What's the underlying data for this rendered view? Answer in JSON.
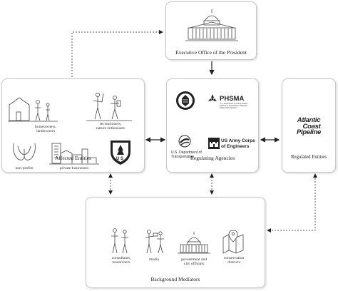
{
  "executive": {
    "caption": "Executive Office of the President"
  },
  "affected": {
    "caption": "Affected Entities",
    "items": [
      {
        "label": "homeowners,\nlandowners",
        "icon": "house-people-icon"
      },
      {
        "label": "recreationers,\nnature enthusiasts",
        "icon": "hikers-icon"
      },
      {
        "label": "non-profits",
        "icon": "hands-icon"
      },
      {
        "label": "private businesses",
        "icon": "buildings-icon"
      },
      {
        "label": "U S",
        "icon": "forest-service-shield-icon"
      }
    ]
  },
  "regulating": {
    "caption": "Regulating Agencies",
    "agencies": [
      {
        "name": "",
        "icon": "ferc-seal-icon"
      },
      {
        "name": "PHSMA",
        "sub": "U.S. Department of Transportation\nPipeline and Hazardous Materials\nSafety Administration",
        "icon": "phmsa-icon"
      },
      {
        "name": "U.S. Department of\nTransportation",
        "icon": "dot-icon"
      },
      {
        "name": "US Army Corps\nof Engineers",
        "icon": "castle-icon"
      }
    ]
  },
  "regulated": {
    "caption": "Regulated Entities",
    "logo_lines": [
      "Atlantic",
      "Coast",
      "Pipeline"
    ]
  },
  "background": {
    "caption": "Background Mediators",
    "items": [
      {
        "label": "consultants,\nresearchers",
        "icon": "people-icon"
      },
      {
        "label": "media",
        "icon": "reporters-icon"
      },
      {
        "label": "government and\ncity officials",
        "icon": "capitol-icon"
      },
      {
        "label": "conservation\ndistricts",
        "icon": "map-pin-icon"
      }
    ]
  },
  "colors": {
    "line": "#222222",
    "dashed": "#555555",
    "border": "#c9c9c9"
  }
}
